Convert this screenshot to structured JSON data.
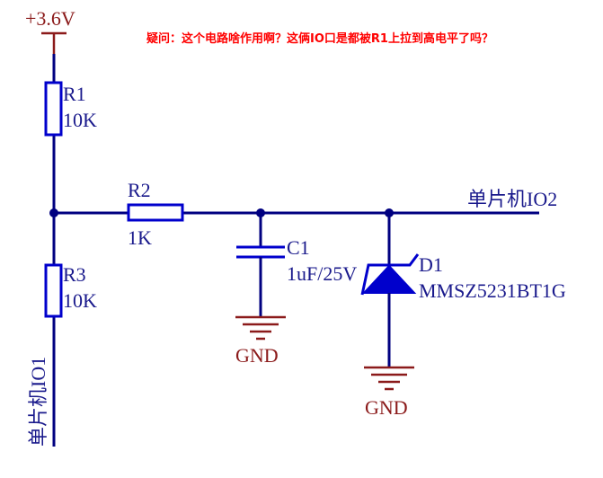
{
  "question": "疑问：这个电路啥作用啊？这俩IO口是都被R1上拉到高电平了吗？",
  "power": {
    "label": "+3.6V"
  },
  "resistors": [
    {
      "ref": "R1",
      "value": "10K"
    },
    {
      "ref": "R2",
      "value": "1K"
    },
    {
      "ref": "R3",
      "value": "10K"
    }
  ],
  "capacitor": {
    "ref": "C1",
    "value": "1uF/25V"
  },
  "diode": {
    "ref": "D1",
    "part": "MMSZ5231BT1G"
  },
  "nets": {
    "io1": "单片机IO1",
    "io2": "单片机IO2"
  },
  "grounds": [
    "GND",
    "GND"
  ],
  "colors": {
    "wire": "#000080",
    "component": "#0000cc",
    "power": "#8b1a1a",
    "question": "#ff0000"
  }
}
